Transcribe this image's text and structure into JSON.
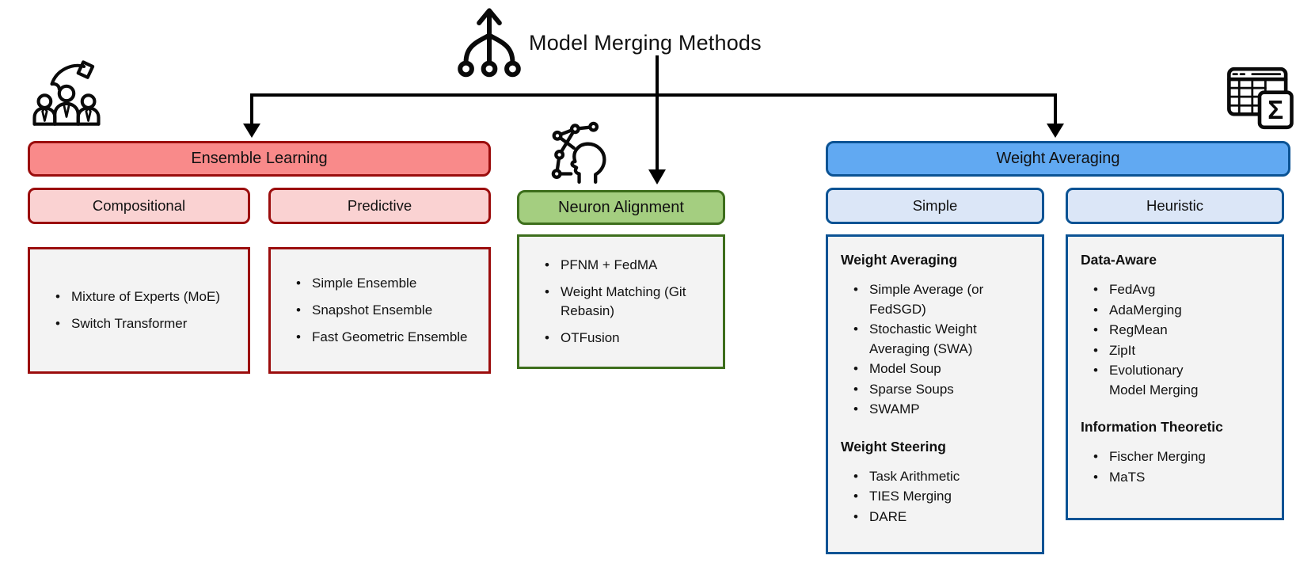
{
  "title": "Model Merging Methods",
  "icons": {
    "title_icon": "merge-branches-icon",
    "ensemble_icon": "team-selection-icon",
    "neuron_icon": "neural-network-head-icon",
    "weight_icon": "spreadsheet-sigma-icon",
    "sigma_glyph": "Σ"
  },
  "colors": {
    "red_fill": "#F98A8A",
    "red_light": "#FAD2D2",
    "red_border": "#9B0D0D",
    "green_fill": "#A4CE80",
    "green_border": "#3D6E1C",
    "blue_fill": "#61A9F2",
    "blue_light": "#DBE6F7",
    "blue_border": "#0B5394",
    "panel_fill": "#F3F3F3",
    "line_color": "#000000"
  },
  "branches": [
    {
      "label": "Ensemble Learning",
      "subgroups": [
        {
          "label": "Compositional",
          "items": [
            "Mixture of Experts (MoE)",
            "Switch Transformer"
          ]
        },
        {
          "label": "Predictive",
          "items": [
            "Simple Ensemble",
            "Snapshot Ensemble",
            "Fast Geometric Ensemble"
          ]
        }
      ]
    },
    {
      "label": "Neuron Alignment",
      "items": [
        "PFNM + FedMA",
        "Weight Matching (Git Rebasin)",
        "OTFusion"
      ]
    },
    {
      "label": "Weight Averaging",
      "subgroups": [
        {
          "label": "Simple",
          "sections": [
            {
              "heading": "Weight Averaging",
              "items": [
                "Simple Average (or FedSGD)",
                "Stochastic Weight Averaging (SWA)",
                "Model Soup",
                "Sparse Soups",
                "SWAMP"
              ]
            },
            {
              "heading": "Weight Steering",
              "items": [
                "Task Arithmetic",
                "TIES Merging",
                "DARE"
              ]
            }
          ]
        },
        {
          "label": "Heuristic",
          "sections": [
            {
              "heading": "Data-Aware",
              "items": [
                "FedAvg",
                "AdaMerging",
                "RegMean",
                "ZipIt",
                "Evolutionary Model Merging"
              ]
            },
            {
              "heading": "Information Theoretic",
              "items": [
                "Fischer Merging",
                "MaTS"
              ]
            }
          ]
        }
      ]
    }
  ]
}
